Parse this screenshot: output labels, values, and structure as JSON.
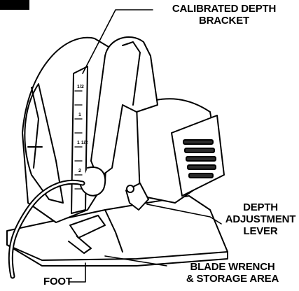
{
  "callouts": {
    "depth_bracket": {
      "line1": "CALIBRATED DEPTH",
      "line2": "BRACKET"
    },
    "depth_lever": {
      "line1": "DEPTH",
      "line2": "ADJUSTMENT",
      "line3": "LEVER"
    },
    "blade_wrench": {
      "line1": "BLADE WRENCH",
      "line2": "& STORAGE AREA"
    },
    "foot": {
      "line1": "FOOT"
    }
  },
  "scale_marks": [
    "1/2",
    "1",
    "1 1/2",
    "2"
  ],
  "colors": {
    "ink": "#000000",
    "paper": "#ffffff",
    "shade": "#2a2a2a"
  },
  "icons": [
    "circular-saw-illustration"
  ]
}
